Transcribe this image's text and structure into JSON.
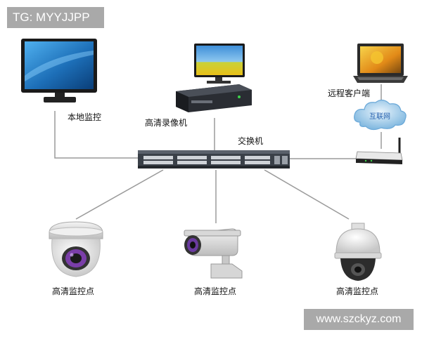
{
  "watermarks": {
    "top_left": "TG: MYYJJPP",
    "bottom_right": "www.szckyz.com"
  },
  "nodes": {
    "local_monitor": "本地监控",
    "hd_recorder": "高清录像机",
    "switch": "交换机",
    "remote_client": "远程客户端",
    "internet": "互联网",
    "camera_left": "高清监控点",
    "camera_center": "高清监控点",
    "camera_right": "高清监控点"
  },
  "colors": {
    "line": "#9a9a9a",
    "cloud": "#6aa8d8",
    "switch_body": "#3a4048",
    "monitor_screen": "#1d6fb8"
  }
}
